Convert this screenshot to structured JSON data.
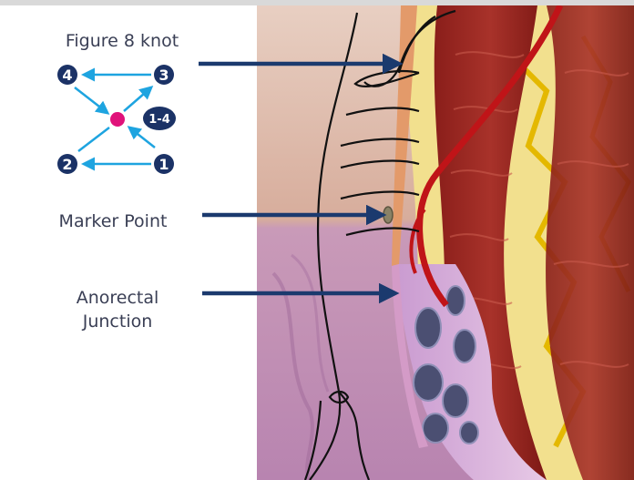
{
  "labels": {
    "figure8": "Figure 8 knot",
    "marker": "Marker Point",
    "anorectal_line1": "Anorectal",
    "anorectal_line2": "Junction"
  },
  "knot": {
    "node_1": "1",
    "node_2": "2",
    "node_3": "3",
    "node_4": "4",
    "center_tag": "1-4"
  },
  "colors": {
    "node_fill": "#1b3266",
    "arrow": "#1ea4e0",
    "center_dot": "#e0127a",
    "pointer": "#1b3a6e",
    "label_text": "#3a3f55",
    "top_border": "#d9d9d9"
  }
}
